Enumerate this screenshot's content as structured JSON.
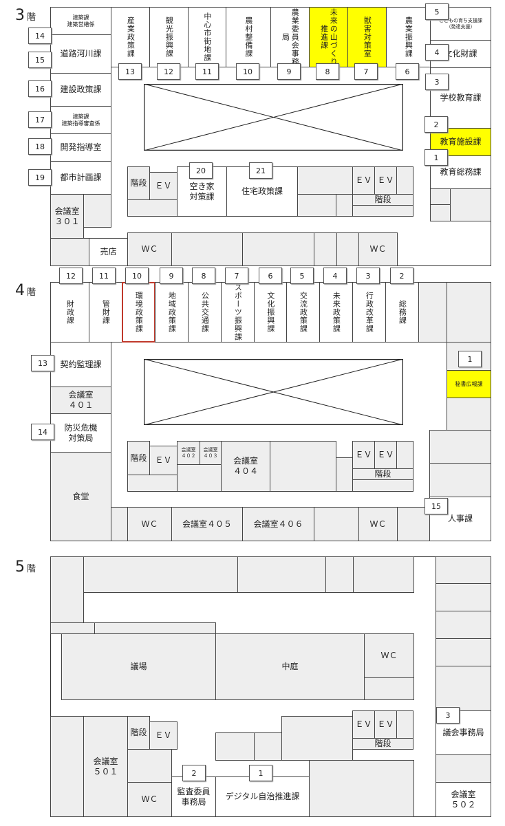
{
  "floor3": {
    "label": "3",
    "suffix": "階",
    "rooms": {
      "kenchiku_eizen": "建築課\n建築営繕係",
      "sangyo": "産業政策課",
      "kanko": "観光振興課",
      "chushin": "中心市街地課",
      "noson": "農村整備課",
      "nogyo_iinkai": "農業委員会事務局",
      "mirai_yama": "未来の山づくり推進課",
      "jugai": "獣害対策室",
      "nogyo_shinko": "農業振興課",
      "kodomo": "こどもの育ち支援課\n（発達支援）",
      "bunkazai": "文化財課",
      "gakko": "学校教育課",
      "shisetsu": "教育施設課",
      "somu": "教育総務課",
      "doro": "道路河川課",
      "kensetsu": "建設政策課",
      "kenchiku_shido": "建築課\n建築指導審査係",
      "kaihatsu": "開発指導室",
      "toshi": "都市計画課",
      "kaigi301": "会議室\n３０１",
      "baiten": "売店",
      "wc1": "ＷＣ",
      "wc2": "ＷＣ",
      "kaidan1": "階段",
      "ev1": "ＥＶ",
      "akiya": "空き家\n対策課",
      "jutaku": "住宅政策課",
      "ev2": "ＥＶ",
      "ev3": "ＥＶ",
      "kaidan2": "階段"
    },
    "numbers": [
      "1",
      "2",
      "3",
      "4",
      "5",
      "6",
      "7",
      "8",
      "9",
      "10",
      "11",
      "12",
      "13",
      "14",
      "15",
      "16",
      "17",
      "18",
      "19",
      "20",
      "21"
    ]
  },
  "floor4": {
    "label": "4",
    "suffix": "階",
    "rooms": {
      "zaisei": "財政課",
      "kanzai": "管財課",
      "kankyo": "環境政策課",
      "chiiki": "地域政策課",
      "kokyo": "公共交通課",
      "sports": "スポーツ振興課",
      "bunka": "文化振興課",
      "koryu": "交流政策課",
      "mirai": "未来政策課",
      "gyosei": "行政改革課",
      "somu": "総務課",
      "hisho": "秘書広報課",
      "keiyaku": "契約監理課",
      "kaigi401": "会議室\n４０１",
      "bosai": "防災危機\n対策局",
      "shokudo": "食堂",
      "kaidan1": "階段",
      "ev1": "ＥＶ",
      "kaigi402": "会議室\n４０２",
      "kaigi403": "会議室\n４０３",
      "kaigi404": "会議室\n４０４",
      "ev2": "ＥＶ",
      "ev3": "ＥＶ",
      "kaidan2": "階段",
      "wc1": "ＷＣ",
      "kaigi405": "会議室４０５",
      "kaigi406": "会議室４０６",
      "wc2": "ＷＣ",
      "jinji": "人事課"
    },
    "numbers": [
      "1",
      "2",
      "3",
      "4",
      "5",
      "6",
      "7",
      "8",
      "9",
      "10",
      "11",
      "12",
      "13",
      "14",
      "15"
    ]
  },
  "floor5": {
    "label": "5",
    "suffix": "階",
    "rooms": {
      "gijo": "議場",
      "nakaniwa": "中庭",
      "wc1": "ＷＣ",
      "gikai": "議会事務局",
      "kaidan1": "階段",
      "ev1": "ＥＶ",
      "ev2": "ＥＶ",
      "ev3": "ＥＶ",
      "kaidan2": "階段",
      "kaigi501": "会議室\n５０１",
      "wc2": "ＷＣ",
      "kansa": "監査委員\n事務局",
      "digital": "デジタル自治推進課",
      "kaigi502": "会議室\n５０２"
    },
    "numbers": [
      "1",
      "2",
      "3"
    ]
  },
  "colors": {
    "highlight": "#ffff00",
    "selected_border": "#c0392b",
    "service_area": "#eeeeee"
  }
}
